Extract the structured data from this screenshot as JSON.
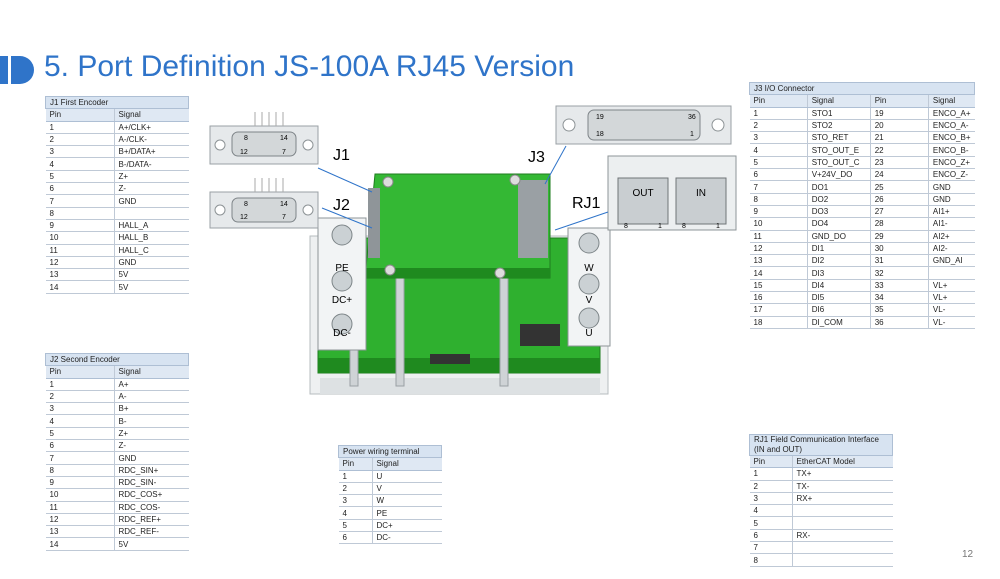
{
  "page": {
    "title": "5. Port Definition  JS-100A RJ45 Version",
    "page_number": "12"
  },
  "colors": {
    "accent": "#2f74c9",
    "pcb": "#2fb02f",
    "header_fill": "#dfe8f3"
  },
  "j1": {
    "caption": "J1 First Encoder",
    "headers": [
      "Pin",
      "Signal"
    ],
    "rows": [
      [
        "1",
        "A+/CLK+"
      ],
      [
        "2",
        "A-/CLK-"
      ],
      [
        "3",
        "B+/DATA+"
      ],
      [
        "4",
        "B-/DATA-"
      ],
      [
        "5",
        "Z+"
      ],
      [
        "6",
        "Z-"
      ],
      [
        "7",
        "GND"
      ],
      [
        "8",
        ""
      ],
      [
        "9",
        "HALL_A"
      ],
      [
        "10",
        "HALL_B"
      ],
      [
        "11",
        "HALL_C"
      ],
      [
        "12",
        "GND"
      ],
      [
        "13",
        "5V"
      ],
      [
        "14",
        "5V"
      ]
    ]
  },
  "j2": {
    "caption": "J2 Second Encoder",
    "headers": [
      "Pin",
      "Signal"
    ],
    "rows": [
      [
        "1",
        "A+"
      ],
      [
        "2",
        "A-"
      ],
      [
        "3",
        "B+"
      ],
      [
        "4",
        "B-"
      ],
      [
        "5",
        "Z+"
      ],
      [
        "6",
        "Z-"
      ],
      [
        "7",
        "GND"
      ],
      [
        "8",
        "RDC_SIN+"
      ],
      [
        "9",
        "RDC_SIN-"
      ],
      [
        "10",
        "RDC_COS+"
      ],
      [
        "11",
        "RDC_COS-"
      ],
      [
        "12",
        "RDC_REF+"
      ],
      [
        "13",
        "RDC_REF-"
      ],
      [
        "14",
        "5V"
      ]
    ]
  },
  "power": {
    "caption": "Power wiring terminal",
    "headers": [
      "Pin",
      "Signal"
    ],
    "rows": [
      [
        "1",
        "U"
      ],
      [
        "2",
        "V"
      ],
      [
        "3",
        "W"
      ],
      [
        "4",
        "PE"
      ],
      [
        "5",
        "DC+"
      ],
      [
        "6",
        "DC-"
      ]
    ]
  },
  "j3": {
    "caption": "J3 I/O Connector",
    "headers": [
      "Pin",
      "Signal",
      "Pin",
      "Signal"
    ],
    "rows": [
      [
        "1",
        "STO1",
        "19",
        "ENCO_A+"
      ],
      [
        "2",
        "STO2",
        "20",
        "ENCO_A-"
      ],
      [
        "3",
        "STO_RET",
        "21",
        "ENCO_B+"
      ],
      [
        "4",
        "STO_OUT_E",
        "22",
        "ENCO_B-"
      ],
      [
        "5",
        "STO_OUT_C",
        "23",
        "ENCO_Z+"
      ],
      [
        "6",
        "V+24V_DO",
        "24",
        "ENCO_Z-"
      ],
      [
        "7",
        "DO1",
        "25",
        "GND"
      ],
      [
        "8",
        "DO2",
        "26",
        "GND"
      ],
      [
        "9",
        "DO3",
        "27",
        "AI1+"
      ],
      [
        "10",
        "DO4",
        "28",
        "AI1-"
      ],
      [
        "11",
        "GND_DO",
        "29",
        "AI2+"
      ],
      [
        "12",
        "DI1",
        "30",
        "AI2-"
      ],
      [
        "13",
        "DI2",
        "31",
        "GND_AI"
      ],
      [
        "14",
        "DI3",
        "32",
        ""
      ],
      [
        "15",
        "DI4",
        "33",
        "VL+"
      ],
      [
        "16",
        "DI5",
        "34",
        "VL+"
      ],
      [
        "17",
        "DI6",
        "35",
        "VL-"
      ],
      [
        "18",
        "DI_COM",
        "36",
        "VL-"
      ]
    ]
  },
  "rj1": {
    "caption_line1": "RJ1 Field Communication Interface",
    "caption_line2": "(IN and OUT)",
    "headers": [
      "Pin",
      "EtherCAT Model"
    ],
    "rows": [
      [
        "1",
        "TX+"
      ],
      [
        "2",
        "TX-"
      ],
      [
        "3",
        "RX+"
      ],
      [
        "4",
        ""
      ],
      [
        "5",
        ""
      ],
      [
        "6",
        "RX-"
      ],
      [
        "7",
        ""
      ],
      [
        "8",
        ""
      ]
    ]
  },
  "figure": {
    "callouts": {
      "j1": "J1",
      "j2": "J2",
      "j3": "J3",
      "rj1": "RJ1"
    },
    "terminals_left": [
      "PE",
      "DC+",
      "DC-"
    ],
    "terminals_right": [
      "W",
      "V",
      "U"
    ],
    "rj45_ports": [
      "OUT",
      "IN"
    ],
    "db_pins": {
      "j1_left": "8",
      "j1_right": "14",
      "j1_bottom_left": "12",
      "j1_bottom_right": "7",
      "j2_left": "8",
      "j2_right": "14",
      "j2_bottom_left": "12",
      "j2_bottom_right": "7",
      "j3_left": "19",
      "j3_right": "36",
      "j3_bottom_left": "18",
      "j3_bottom_right": "1",
      "rj_a_left": "8",
      "rj_a_right": "1",
      "rj_b_left": "8",
      "rj_b_right": "1"
    }
  }
}
